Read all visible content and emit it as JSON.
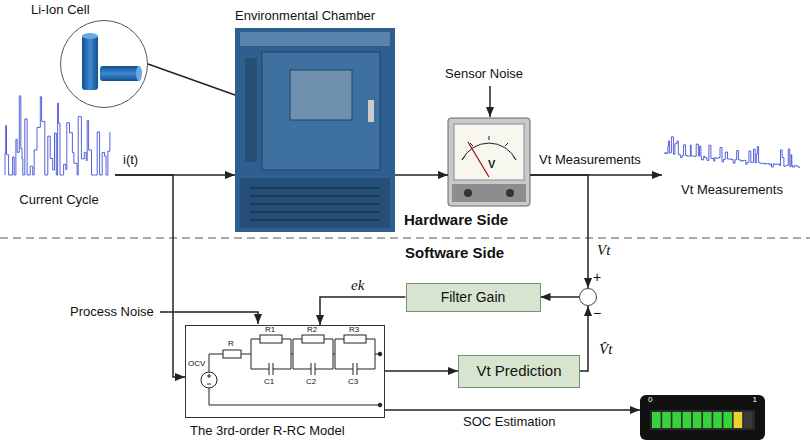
{
  "diagram": {
    "nodes": [
      {
        "text": [
          "Current Cycle"
        ]
      },
      {
        "text": [
          "Environmental Chamber"
        ]
      },
      {
        "text": [
          "Li-Ion Cell"
        ]
      },
      {
        "text": [
          "V"
        ]
      },
      {
        "text": [
          "Vt Measurements"
        ]
      },
      {
        "text": [
          "+",
          "−"
        ]
      },
      {
        "text": [
          "Filter Gain"
        ]
      },
      {
        "text": [
          "The 3rd-order R-RC Model"
        ]
      },
      {
        "text": [
          "Vt Prediction"
        ]
      },
      {
        "text": [
          "0",
          "1"
        ]
      }
    ],
    "edges": [
      {
        "from": 0,
        "to": 1,
        "arrow": "to",
        "label": "i(t)"
      },
      {
        "from": 0,
        "to": 7,
        "arrow": "to"
      },
      {
        "from": 2,
        "to": 1,
        "arrow": "none"
      },
      {
        "from": 1,
        "to": 3,
        "arrow": "to"
      },
      {
        "from": 3,
        "to": 4,
        "arrow": "to",
        "label": "Vt Measurements"
      },
      {
        "from": 3,
        "to": 5,
        "arrow": "to",
        "label": "Vt"
      },
      {
        "from": 5,
        "to": 6,
        "arrow": "to"
      },
      {
        "from": 6,
        "to": 7,
        "arrow": "to",
        "label": "ek"
      },
      {
        "from": 7,
        "to": 8,
        "arrow": "to"
      },
      {
        "from": 8,
        "to": 5,
        "arrow": "to",
        "label": "V̂t"
      },
      {
        "from": 7,
        "to": 9,
        "arrow": "to",
        "label": "SOC Estimation"
      }
    ],
    "labels": [
      "Sensor Noise",
      "Hardware Side",
      "Software Side",
      "Process Noise",
      "OCV",
      "R",
      "R1",
      "C1",
      "R2",
      "C2",
      "R3",
      "C3"
    ]
  }
}
